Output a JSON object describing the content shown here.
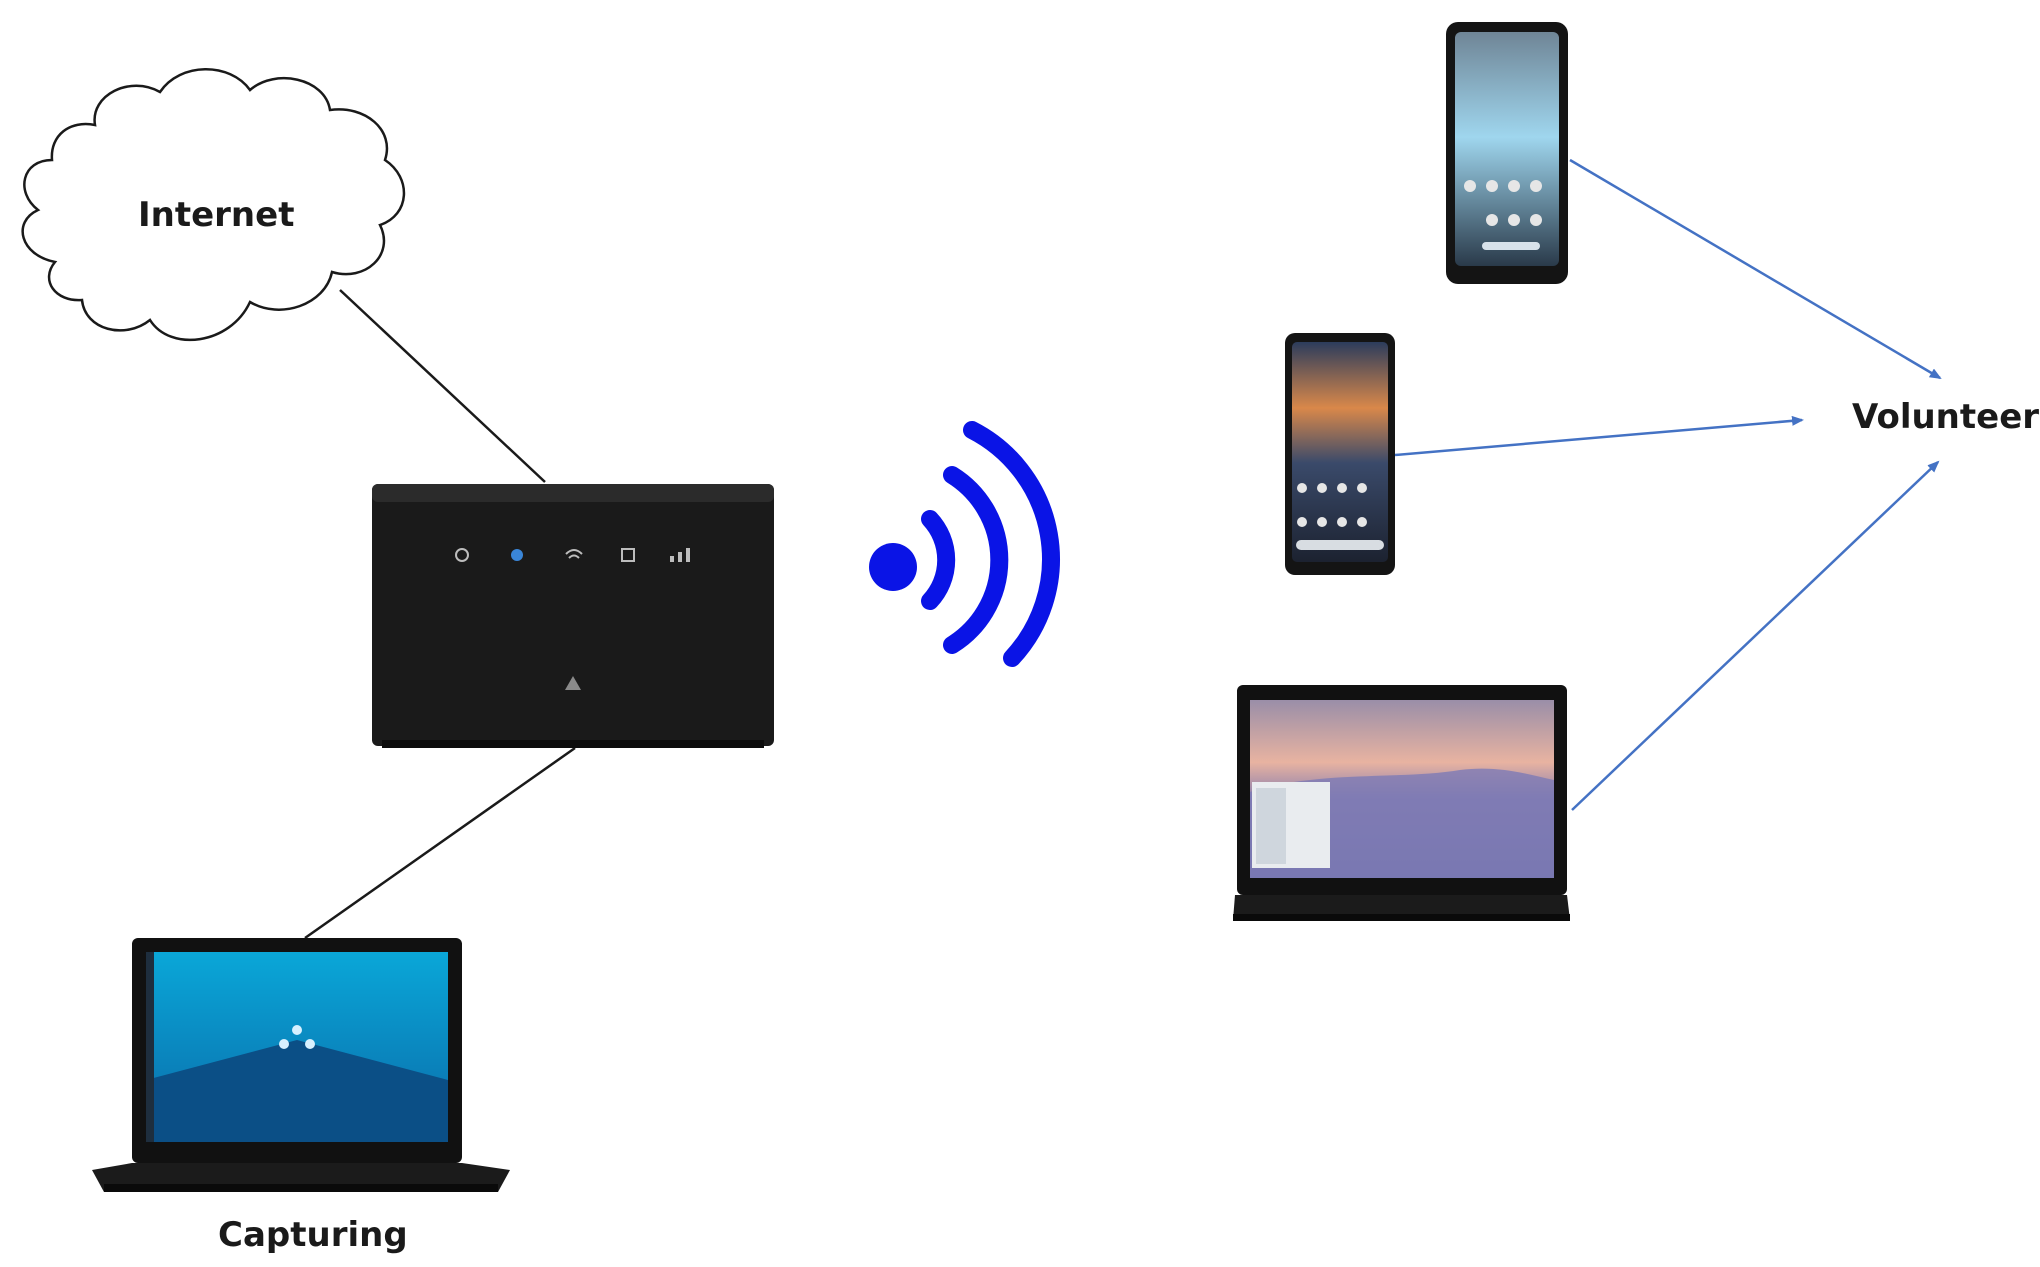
{
  "diagram": {
    "nodes": {
      "internet": {
        "label": "Internet",
        "shape": "cloud"
      },
      "router": {
        "icon": "router-icon"
      },
      "capturing": {
        "label": "Capturing",
        "icon": "laptop-icon"
      },
      "wifi": {
        "icon": "wifi-signal-icon"
      },
      "phone_top": {
        "icon": "smartphone-icon"
      },
      "phone_middle": {
        "icon": "smartphone-icon"
      },
      "laptop_right": {
        "icon": "laptop-icon"
      },
      "volunteers": {
        "label": "Volunteers"
      }
    },
    "edges": [
      {
        "from": "internet",
        "to": "router",
        "style": "line"
      },
      {
        "from": "router",
        "to": "capturing",
        "style": "line"
      },
      {
        "from": "phone_top",
        "to": "volunteers",
        "style": "arrow"
      },
      {
        "from": "phone_middle",
        "to": "volunteers",
        "style": "arrow"
      },
      {
        "from": "laptop_right",
        "to": "volunteers",
        "style": "arrow"
      }
    ]
  },
  "colors": {
    "wifi": "#0a14e6",
    "arrow": "#4472c4",
    "line": "#1a1a1a",
    "device": "#141414"
  }
}
